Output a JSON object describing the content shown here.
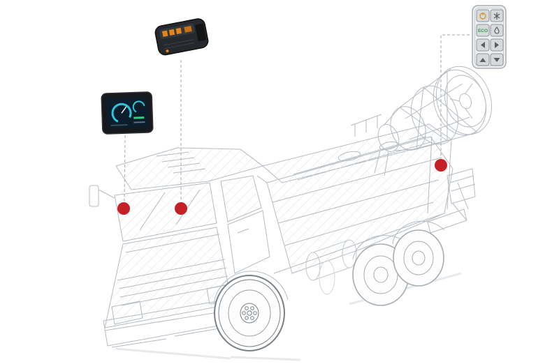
{
  "diagram": {
    "type": "product-callout-illustration",
    "subject": "wireframe dust-suppression truck with fog cannon and connected control devices"
  },
  "colors": {
    "background": "#ffffff",
    "hotspot_red": "#c42127",
    "callout_line": "#b2b6ba",
    "wireframe": "#b6bcc2",
    "display_accent": "#2ec6dd",
    "controller_accent": "#e8831a",
    "eco_green": "#2f9e44"
  },
  "devices": [
    {
      "id": "display",
      "kind": "dashboard-display-screen"
    },
    {
      "id": "controller",
      "kind": "control-module-box"
    },
    {
      "id": "remote",
      "kind": "handheld-remote-panel"
    }
  ],
  "remote": {
    "buttons": [
      {
        "icon": "power-icon",
        "label": ""
      },
      {
        "icon": "fan-icon",
        "label": ""
      },
      {
        "icon": "",
        "label": "ECO"
      },
      {
        "icon": "droplet-icon",
        "label": ""
      },
      {
        "icon": "swing-left-icon",
        "label": ""
      },
      {
        "icon": "swing-right-icon",
        "label": ""
      },
      {
        "icon": "tilt-up-icon",
        "label": ""
      },
      {
        "icon": "tilt-down-icon",
        "label": ""
      }
    ]
  },
  "hotspots": [
    {
      "id": "hotspot-1",
      "links_to": "display"
    },
    {
      "id": "hotspot-2",
      "links_to": "controller"
    },
    {
      "id": "hotspot-3",
      "links_to": "remote"
    }
  ]
}
